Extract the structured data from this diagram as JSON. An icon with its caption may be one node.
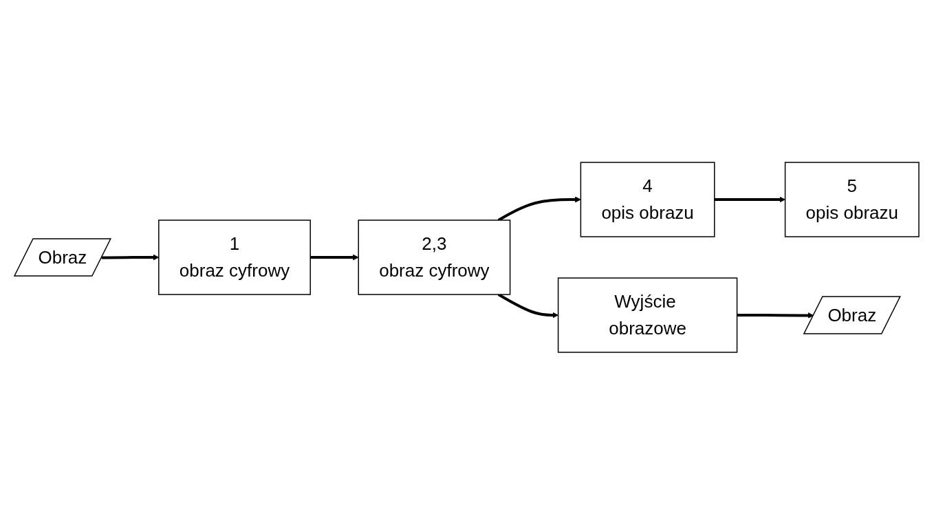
{
  "diagram": {
    "nodes": [
      {
        "text": [
          "Obraz"
        ]
      },
      {
        "text": [
          "1",
          "obraz cyfrowy"
        ]
      },
      {
        "text": [
          "2,3",
          "obraz cyfrowy"
        ]
      },
      {
        "text": [
          "4",
          "opis obrazu"
        ]
      },
      {
        "text": [
          "5",
          "opis obrazu"
        ]
      },
      {
        "text": [
          "Wyjście obrazowe"
        ]
      },
      {
        "text": [
          "Obraz"
        ]
      }
    ],
    "edges": [
      {
        "from": 0,
        "to": 1,
        "arrow": "to"
      },
      {
        "from": 1,
        "to": 2,
        "arrow": "to"
      },
      {
        "from": 2,
        "to": 3,
        "arrow": "to"
      },
      {
        "from": 2,
        "to": 5,
        "arrow": "to"
      },
      {
        "from": 3,
        "to": 4,
        "arrow": "to"
      },
      {
        "from": 5,
        "to": 6,
        "arrow": "to"
      }
    ]
  }
}
